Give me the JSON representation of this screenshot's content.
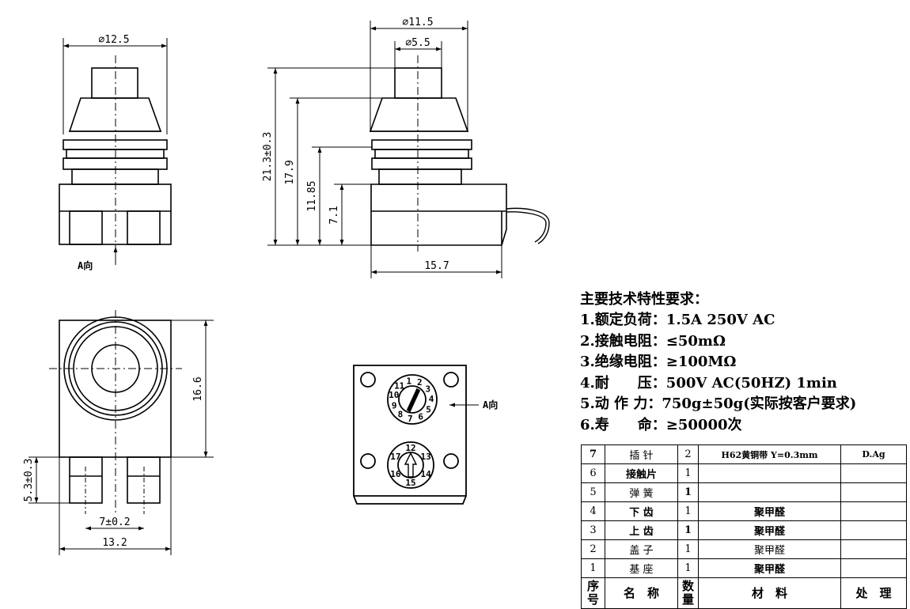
{
  "drawing": {
    "dims": {
      "d_12_5": "⌀12.5",
      "d_11_5": "⌀11.5",
      "d_5_5": "⌀5.5",
      "h_21_3": "21.3±0.3",
      "h_17_9": "17.9",
      "h_11_85": "11.85",
      "h_7_1": "7.1",
      "w_15_7": "15.7",
      "h_16_6": "16.6",
      "h_5_3": "5.3±0.3",
      "w_7": "7±0.2",
      "w_13_2": "13.2"
    },
    "a_label": "A向",
    "a_label_bottom": "A向",
    "dial_top_numbers": [
      "1",
      "2",
      "3",
      "4",
      "5",
      "6",
      "7",
      "8",
      "9",
      "10",
      "11"
    ],
    "dial_bottom_numbers": [
      "12",
      "13",
      "14",
      "15",
      "16",
      "17"
    ]
  },
  "spec": {
    "heading": "主要技术特性要求：",
    "items": [
      "1.额定负荷：1.5A 250V AC",
      "2.接触电阻：≤50mΩ",
      "3.绝缘电阻：≥100MΩ",
      "4.耐　　压：500V AC(50HZ) 1min",
      "5.动 作 力：750g±50g(实际按客户要求)",
      "6.寿　　命：≥50000次"
    ]
  },
  "bom": {
    "rows": [
      {
        "no": "7",
        "name": "插 针",
        "qty": "2",
        "material": "H62黄铜带 Y=0.3mm",
        "treat": "D.Ag"
      },
      {
        "no": "6",
        "name": "接触片",
        "qty": "1",
        "material": "",
        "treat": ""
      },
      {
        "no": "5",
        "name": "弹 簧",
        "qty": "1",
        "material": "",
        "treat": ""
      },
      {
        "no": "4",
        "name": "下 齿",
        "qty": "1",
        "material": "聚甲醛",
        "treat": ""
      },
      {
        "no": "3",
        "name": "上 齿",
        "qty": "1",
        "material": "聚甲醛",
        "treat": ""
      },
      {
        "no": "2",
        "name": "盖 子",
        "qty": "1",
        "material": "聚甲醛",
        "treat": ""
      },
      {
        "no": "1",
        "name": "基 座",
        "qty": "1",
        "material": "聚甲醛",
        "treat": ""
      }
    ],
    "header": {
      "no": "序号",
      "name": "名　称",
      "qty": "数量",
      "material": "材　料",
      "treat": "处　理"
    }
  }
}
